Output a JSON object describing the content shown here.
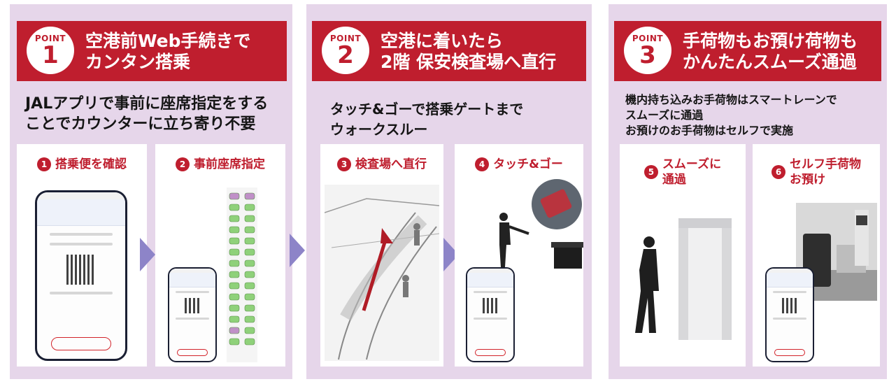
{
  "points": [
    {
      "badge": "POINT",
      "number": "1",
      "title": "空港前Web手続きで\nカンタン搭乗",
      "description": "JALアプリで事前に座席指定をする\nことでカウンターに立ち寄り不要",
      "steps": [
        {
          "number": "1",
          "label": "搭乗便を確認"
        },
        {
          "number": "2",
          "label": "事前座席指定"
        }
      ]
    },
    {
      "badge": "POINT",
      "number": "2",
      "title": "空港に着いたら\n2階 保安検査場へ直行",
      "description": "タッチ&ゴーで搭乗ゲートまで\nウォークスルー",
      "steps": [
        {
          "number": "3",
          "label": "検査場へ直行"
        },
        {
          "number": "4",
          "label": "タッチ&ゴー"
        }
      ]
    },
    {
      "badge": "POINT",
      "number": "3",
      "title": "手荷物もお預け荷物も\nかんたんスムーズ通過",
      "description": "機内持ち込みお手荷物はスマートレーンで\nスムーズに通過\nお預けのお手荷物はセルフで実施",
      "steps": [
        {
          "number": "5",
          "label": "スムーズに\n通過"
        },
        {
          "number": "6",
          "label": "セルフ手荷物\nお預け"
        }
      ]
    }
  ],
  "colors": {
    "panel_bg": "#e6d6ea",
    "header_red": "#bf1e2e",
    "arrow": "#8d84c8",
    "card_bg": "#ffffff"
  }
}
